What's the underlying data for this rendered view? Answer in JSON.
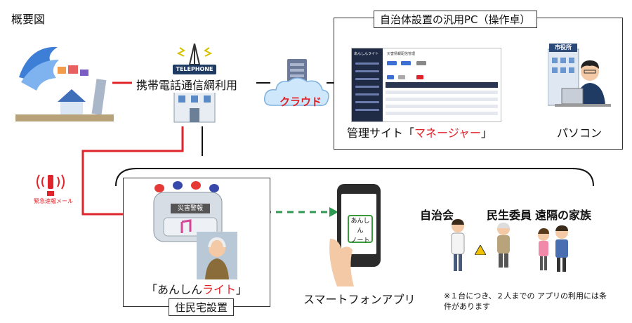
{
  "title": "概要図",
  "telephone_sign": "TELEPHONE",
  "mobile_network": "携帯電話通信網利用",
  "cloud": "クラウド",
  "pc_box_title": "自治体設置の汎用PC（操作卓）",
  "manager_site_prefix": "管理サイト「",
  "manager_site_name": "マネージャー",
  "manager_site_suffix": "」",
  "manager_screen": {
    "app_name": "あんしんライト",
    "header": "災害情報配信管理"
  },
  "city_hall_sign": "市役所",
  "pc_label": "パソコン",
  "emergency_mail": "緊急速報メール",
  "device_display": "災害警報",
  "light_prefix": "「あんしん",
  "light_name": "ライト",
  "light_suffix": "」",
  "residence_tag": "住民宅設置",
  "phone_note_line1": "あんしん",
  "phone_note_line2": "ノート",
  "smartphone_app": "スマートフォンアプリ",
  "groups": [
    "自治会",
    "民生委員",
    "遠隔の家族"
  ],
  "footnote_line1": "※１台につき、２人までの アプリの利用には条",
  "footnote_line2": "件があります",
  "colors": {
    "red": "#e0242b",
    "green": "#2e9a4f",
    "navy": "#1f2a44"
  }
}
